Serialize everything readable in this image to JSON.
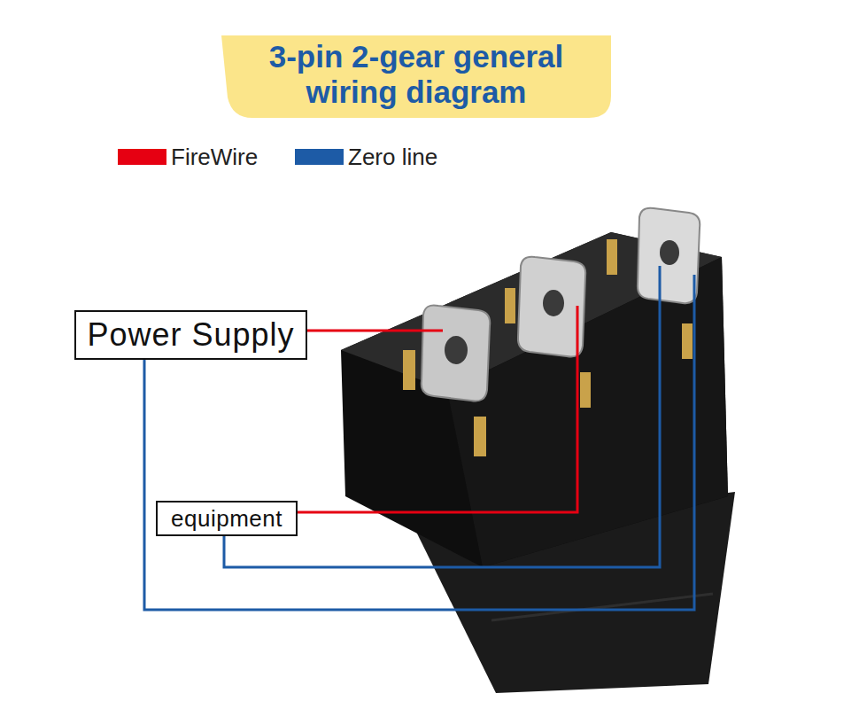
{
  "diagram": {
    "title": "3-pin 2-gear general wiring diagram",
    "nodes": [
      {
        "text": [
          "Power Supply"
        ]
      },
      {
        "text": [
          "equipment"
        ]
      }
    ],
    "legend": [
      {
        "text": "FireWire",
        "color": "#e60012"
      },
      {
        "text": "Zero line",
        "color": "#1d5ba6"
      }
    ]
  }
}
